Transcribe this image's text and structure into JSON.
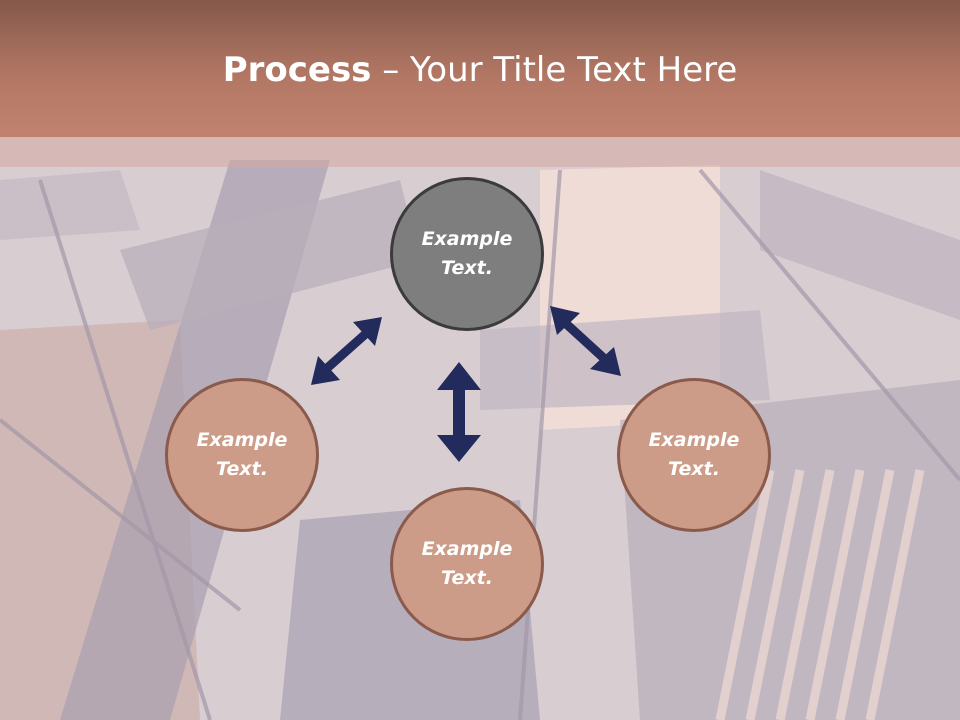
{
  "slide": {
    "title_bold": "Process",
    "title_rest": " – Your Title Text Here"
  },
  "nodes": {
    "top": {
      "line1": "Example",
      "line2": "Text."
    },
    "left": {
      "line1": "Example",
      "line2": "Text."
    },
    "right": {
      "line1": "Example",
      "line2": "Text."
    },
    "bottom": {
      "line1": "Example",
      "line2": "Text."
    }
  },
  "colors": {
    "header": "#b27764",
    "top_node": "#7e7e7e",
    "peach_node": "#cc9c88",
    "arrow": "#232a5c"
  }
}
